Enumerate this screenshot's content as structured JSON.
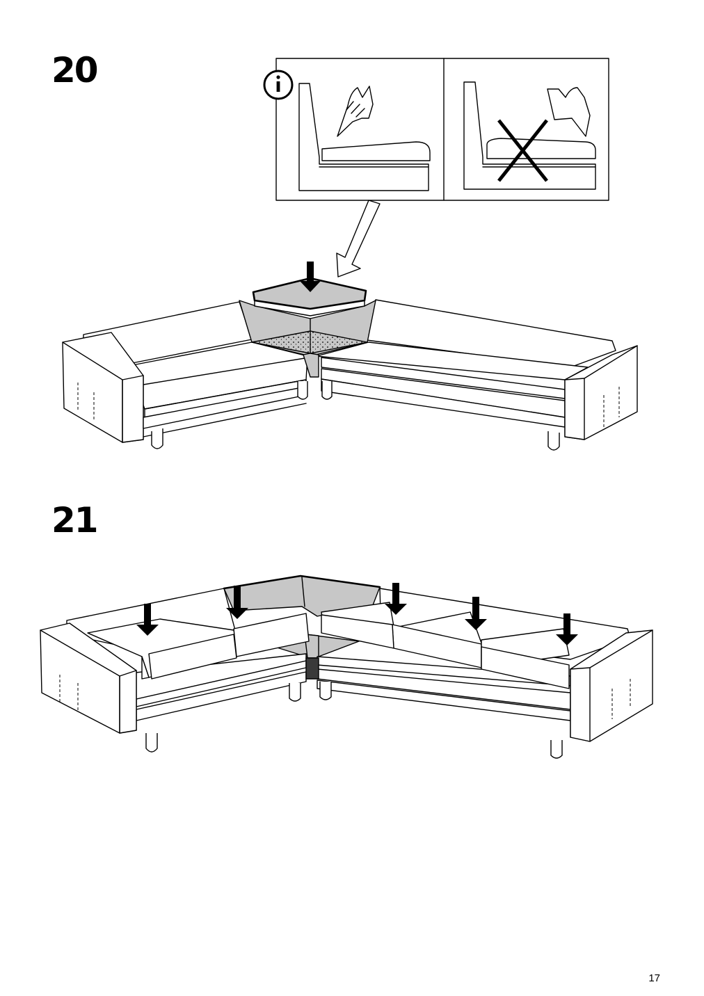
{
  "steps": [
    {
      "number": "20"
    },
    {
      "number": "21"
    }
  ],
  "info_panel": {
    "icon": "info-icon"
  },
  "page": {
    "number": "17"
  },
  "colors": {
    "ink": "#000000",
    "highlight": "#c7c7c7",
    "paper": "#ffffff"
  }
}
